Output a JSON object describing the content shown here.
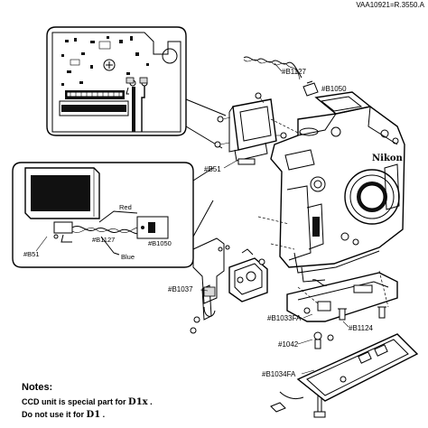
{
  "doc_code": "VAA10921=R.3550.A",
  "callouts": {
    "b1127_top": "#B1127",
    "b1050_top": "#B1050",
    "b51_main": "#B51",
    "red": "Red",
    "blue": "Blue",
    "b51_inset": "#B51",
    "b1127_inset": "#B1127",
    "b1050_inset": "#B1050",
    "b1037": "#B1037",
    "b1033fa": "#B1033FA",
    "b1124": "#B1124",
    "n1042": "#1042",
    "b1034fa": "#B1034FA",
    "brand": "Nikon"
  },
  "notes": {
    "title": "Notes:",
    "line1_prefix": "CCD unit is special part for",
    "line1_model": "D1x",
    "line1_suffix": ".",
    "line2_prefix": "Do not use it for",
    "line2_model": "D1",
    "line2_suffix": "."
  }
}
